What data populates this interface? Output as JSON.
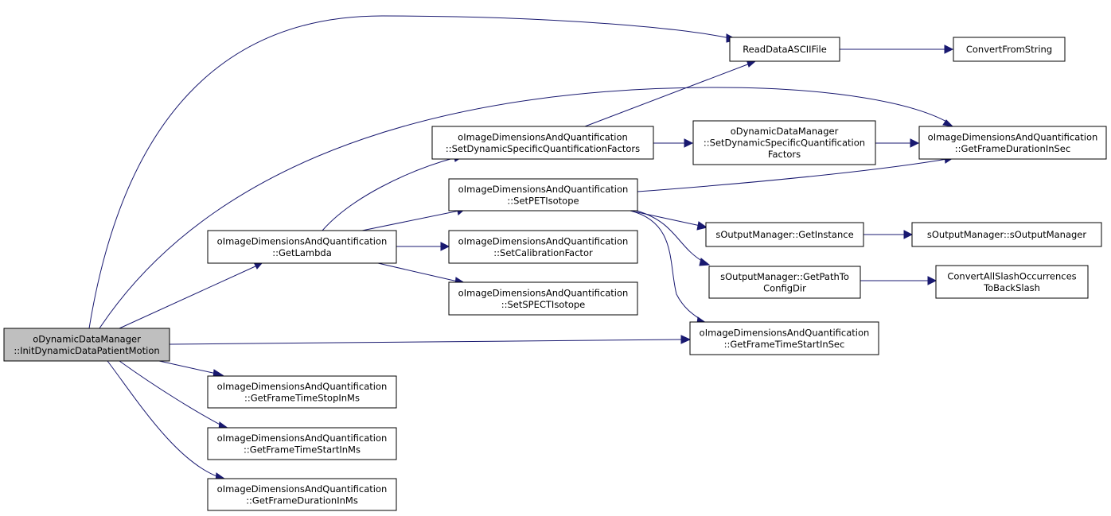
{
  "diagram": {
    "colors": {
      "edge": "#191970",
      "node_border": "#000000",
      "node_fill": "#ffffff",
      "root_fill": "#bfbfbf"
    },
    "nodes": [
      {
        "id": "root",
        "lines": [
          "oDynamicDataManager",
          "::InitDynamicDataPatientMotion"
        ]
      },
      {
        "id": "readData",
        "lines": [
          "ReadDataASCIIFile"
        ]
      },
      {
        "id": "convertFromString",
        "lines": [
          "ConvertFromString"
        ]
      },
      {
        "id": "setDynQuant",
        "lines": [
          "oImageDimensionsAndQuantification",
          "::SetDynamicSpecificQuantificationFactors"
        ]
      },
      {
        "id": "ddmSetDynQuant",
        "lines": [
          "oDynamicDataManager",
          "::SetDynamicSpecificQuantification",
          "Factors"
        ]
      },
      {
        "id": "getFrameDurSec",
        "lines": [
          "oImageDimensionsAndQuantification",
          "::GetFrameDurationInSec"
        ]
      },
      {
        "id": "setPET",
        "lines": [
          "oImageDimensionsAndQuantification",
          "::SetPETIsotope"
        ]
      },
      {
        "id": "getLambda",
        "lines": [
          "oImageDimensionsAndQuantification",
          "::GetLambda"
        ]
      },
      {
        "id": "setCalib",
        "lines": [
          "oImageDimensionsAndQuantification",
          "::SetCalibrationFactor"
        ]
      },
      {
        "id": "setSPECT",
        "lines": [
          "oImageDimensionsAndQuantification",
          "::SetSPECTIsotope"
        ]
      },
      {
        "id": "getInstance",
        "lines": [
          "sOutputManager::GetInstance"
        ]
      },
      {
        "id": "outMgrCtor",
        "lines": [
          "sOutputManager::sOutputManager"
        ]
      },
      {
        "id": "getPathConfig",
        "lines": [
          "sOutputManager::GetPathTo",
          "ConfigDir"
        ]
      },
      {
        "id": "convertSlash",
        "lines": [
          "ConvertAllSlashOccurrences",
          "ToBackSlash"
        ]
      },
      {
        "id": "getFrameStartSec",
        "lines": [
          "oImageDimensionsAndQuantification",
          "::GetFrameTimeStartInSec"
        ]
      },
      {
        "id": "getFrameStopMs",
        "lines": [
          "oImageDimensionsAndQuantification",
          "::GetFrameTimeStopInMs"
        ]
      },
      {
        "id": "getFrameStartMs",
        "lines": [
          "oImageDimensionsAndQuantification",
          "::GetFrameTimeStartInMs"
        ]
      },
      {
        "id": "getFrameDurMs",
        "lines": [
          "oImageDimensionsAndQuantification",
          "::GetFrameDurationInMs"
        ]
      }
    ],
    "edges": [
      {
        "from": "root",
        "to": "readData"
      },
      {
        "from": "root",
        "to": "getFrameDurSec"
      },
      {
        "from": "root",
        "to": "getLambda"
      },
      {
        "from": "root",
        "to": "getFrameStartSec"
      },
      {
        "from": "root",
        "to": "getFrameStopMs"
      },
      {
        "from": "root",
        "to": "getFrameStartMs"
      },
      {
        "from": "root",
        "to": "getFrameDurMs"
      },
      {
        "from": "readData",
        "to": "convertFromString"
      },
      {
        "from": "setDynQuant",
        "to": "readData"
      },
      {
        "from": "setDynQuant",
        "to": "ddmSetDynQuant"
      },
      {
        "from": "ddmSetDynQuant",
        "to": "getFrameDurSec"
      },
      {
        "from": "setPET",
        "to": "getFrameDurSec"
      },
      {
        "from": "setPET",
        "to": "getInstance"
      },
      {
        "from": "setPET",
        "to": "getPathConfig"
      },
      {
        "from": "setPET",
        "to": "getFrameStartSec"
      },
      {
        "from": "getLambda",
        "to": "setDynQuant"
      },
      {
        "from": "getLambda",
        "to": "setPET"
      },
      {
        "from": "getLambda",
        "to": "setCalib"
      },
      {
        "from": "getLambda",
        "to": "setSPECT"
      },
      {
        "from": "getInstance",
        "to": "outMgrCtor"
      },
      {
        "from": "getPathConfig",
        "to": "convertSlash"
      }
    ]
  }
}
